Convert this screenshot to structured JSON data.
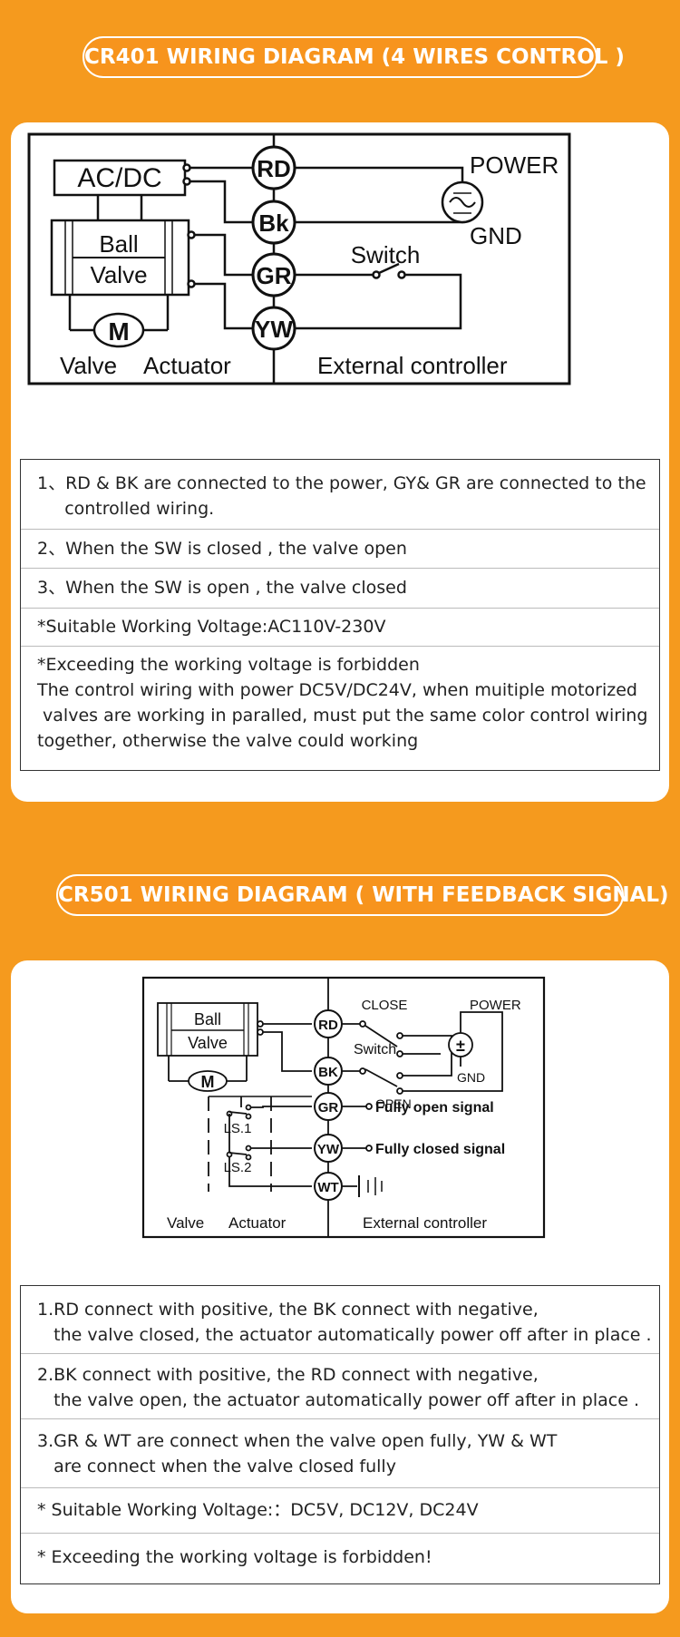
{
  "section1": {
    "title": "CR401 WIRING DIAGRAM (4 WIRES CONTROL )",
    "diagram": {
      "acdc": "AC/DC",
      "ball": "Ball",
      "valve": "Valve",
      "motor": "M",
      "rd": "RD",
      "bk": "Bk",
      "gr": "GR",
      "yw": "YW",
      "power": "POWER",
      "gnd": "GND",
      "switch": "Switch",
      "valve_actuator_1": "Valve",
      "valve_actuator_2": "Actuator",
      "external_controller": "External controller"
    },
    "notes": [
      [
        "1、RD & BK are connected to the power, GY& GR are connected to the",
        "     controlled wiring."
      ],
      [
        "2、When the SW is closed , the valve open"
      ],
      [
        "3、When the SW is open , the valve closed"
      ],
      [
        "*Suitable Working Voltage:AC110V-230V"
      ],
      [
        "*Exceeding the working voltage is forbidden",
        "The control wiring with power DC5V/DC24V, when muitiple motorized",
        " valves are working in paralled, must put the same color control wiring",
        "together, otherwise the valve could working"
      ]
    ]
  },
  "section2": {
    "title": "CR501 WIRING DIAGRAM ( WITH FEEDBACK SIGNAL)",
    "diagram": {
      "ball": "Ball",
      "valve": "Valve",
      "motor": "M",
      "rd": "RD",
      "bk": "BK",
      "gr": "GR",
      "yw": "YW",
      "wt": "WT",
      "close": "CLOSE",
      "power": "POWER",
      "switch": "Switch",
      "gnd": "GND",
      "open": "OPEN",
      "ls1": "LS.1",
      "ls2": "LS.2",
      "fully_open": "Fully open signal",
      "fully_closed": "Fully closed signal",
      "valve_actuator_1": "Valve",
      "valve_actuator_2": "Actuator",
      "external_controller": "External controller"
    },
    "notes": [
      [
        "1.RD connect with positive, the BK connect with negative,",
        "   the valve closed, the actuator automatically power off after in place ."
      ],
      [
        "2.BK connect with positive, the RD connect with negative,",
        "   the valve open, the actuator automatically power off after in place ."
      ],
      [
        "3.GR & WT are connect when the valve open fully, YW & WT",
        "   are connect when the valve closed fully"
      ],
      [
        "* Suitable Working Voltage:：DC5V, DC12V, DC24V"
      ],
      [
        "* Exceeding the working voltage is forbidden!"
      ]
    ]
  }
}
